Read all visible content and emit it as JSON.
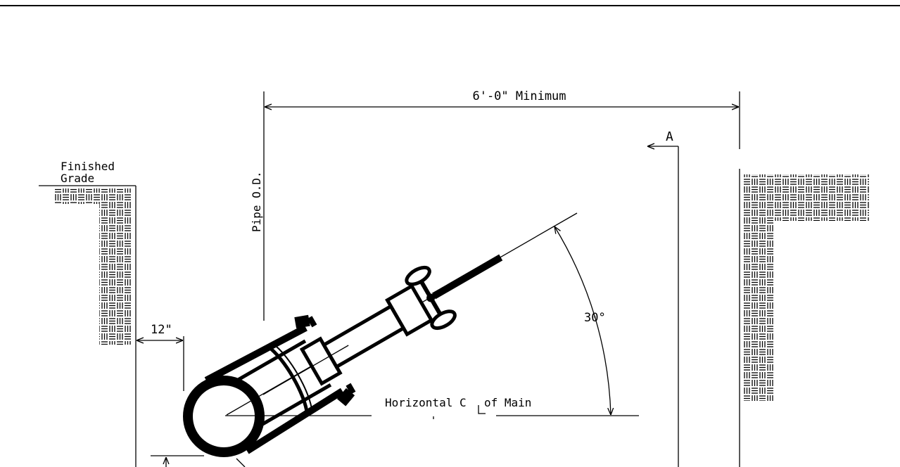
{
  "labels": {
    "dimension_width": "6'-0\" Minimum",
    "finished_grade_line1": "Finished",
    "finished_grade_line2": "Grade",
    "pipe_od": "Pipe O.D.",
    "section_marker": "A",
    "angle": "30°",
    "clearance": "12\"",
    "horizontal_centerline_part1": "Horizontal C",
    "horizontal_centerline_part2": "of Main"
  },
  "colors": {
    "ink": "#000000",
    "background": "#ffffff"
  }
}
